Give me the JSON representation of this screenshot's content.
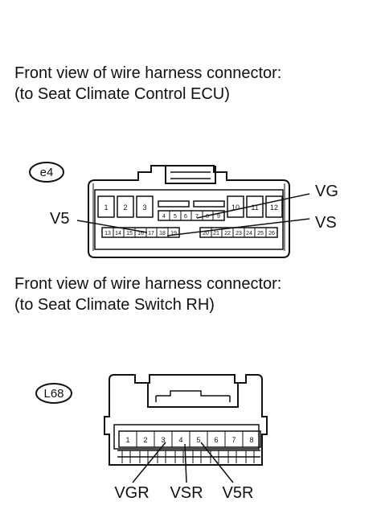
{
  "captions": {
    "ecu_line1": "Front view of wire harness connector:",
    "ecu_line2": "(to Seat Climate Control ECU)",
    "switch_line1": "Front view of wire harness connector:",
    "switch_line2": "(to Seat Climate Switch RH)"
  },
  "ecu_connector": {
    "code": "e4",
    "large_pins": [
      "1",
      "2",
      "3",
      "10",
      "11",
      "12"
    ],
    "mid_pins": [
      "4",
      "5",
      "6",
      "7",
      "8",
      "9"
    ],
    "bottom_left_pins": [
      "13",
      "14",
      "15",
      "16",
      "17",
      "18",
      "19"
    ],
    "bottom_right_pins": [
      "20",
      "21",
      "22",
      "23",
      "24",
      "25",
      "26"
    ],
    "signals": {
      "vg": "VG",
      "vs": "VS",
      "v5": "V5"
    }
  },
  "switch_connector": {
    "code": "L68",
    "pins": [
      "1",
      "2",
      "3",
      "4",
      "5",
      "6",
      "7",
      "8"
    ],
    "signals": {
      "vgr": "VGR",
      "vsr": "VSR",
      "v5r": "V5R"
    }
  }
}
